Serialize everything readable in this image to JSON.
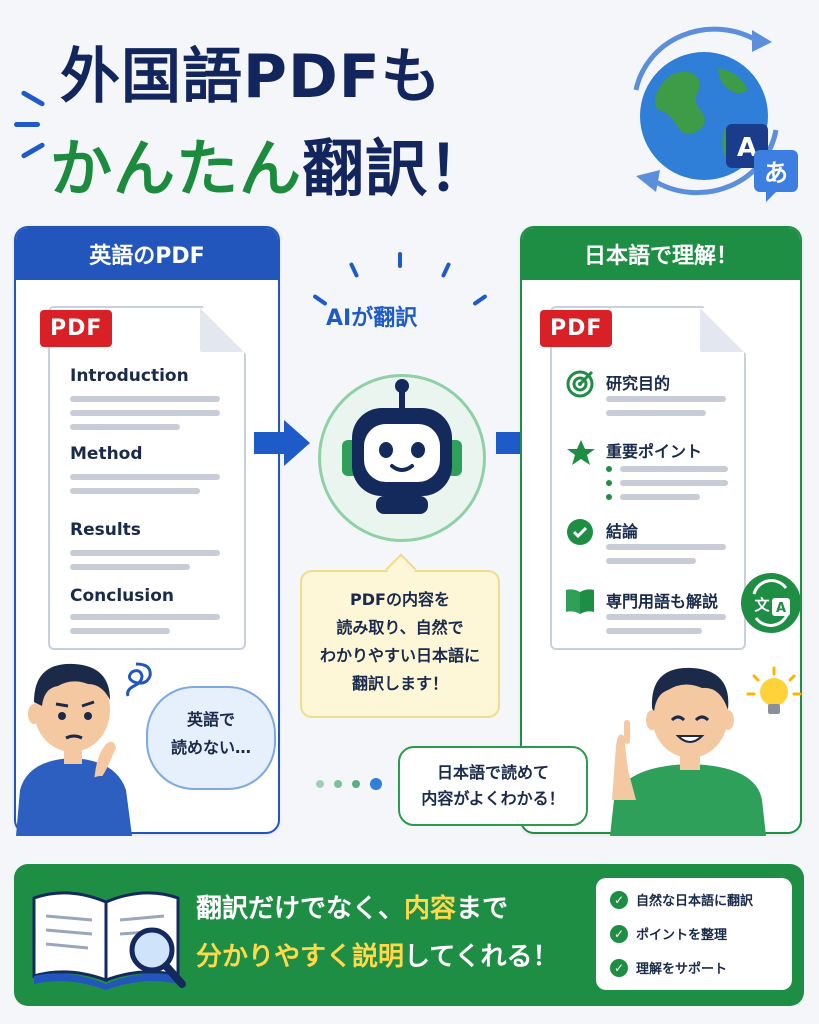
{
  "title": {
    "line1": "外国語PDFも",
    "line2_green": "かんたん",
    "line2_navy": "翻訳！"
  },
  "left_panel": {
    "header": "英語のPDF",
    "badge": "PDF",
    "sections": [
      "Introduction",
      "Method",
      "Results",
      "Conclusion"
    ],
    "cloud_line1": "英語で",
    "cloud_line2": "読めない…"
  },
  "center": {
    "ai_label": "AIが翻訳",
    "speech_line1": "PDFの内容を",
    "speech_line2": "読み取り、自然で",
    "speech_line3": "わかりやすい日本語に",
    "speech_line4": "翻訳します！"
  },
  "right_panel": {
    "header": "日本語で理解！",
    "badge": "PDF",
    "items": [
      "研究目的",
      "重要ポイント",
      "結論",
      "専門用語も解説"
    ],
    "speech_line1": "日本語で読めて",
    "speech_line2": "内容がよくわかる！"
  },
  "globe_icon": {
    "letter_en": "A",
    "letter_ja": "あ"
  },
  "translate_badge": {
    "letter_ja": "文",
    "letter_en": "A"
  },
  "banner": {
    "line1_a": "翻訳だけでなく、",
    "line1_hl": "内容",
    "line1_b": "まで",
    "line2_a": "分かりやすく説明",
    "line2_b": "してくれる！",
    "checks": [
      "自然な日本語に翻訳",
      "ポイントを整理",
      "理解をサポート"
    ]
  },
  "colors": {
    "navy": "#12255c",
    "blue": "#2356bd",
    "green": "#1f8e45",
    "red": "#d92027",
    "yellow": "#ffd94a"
  }
}
